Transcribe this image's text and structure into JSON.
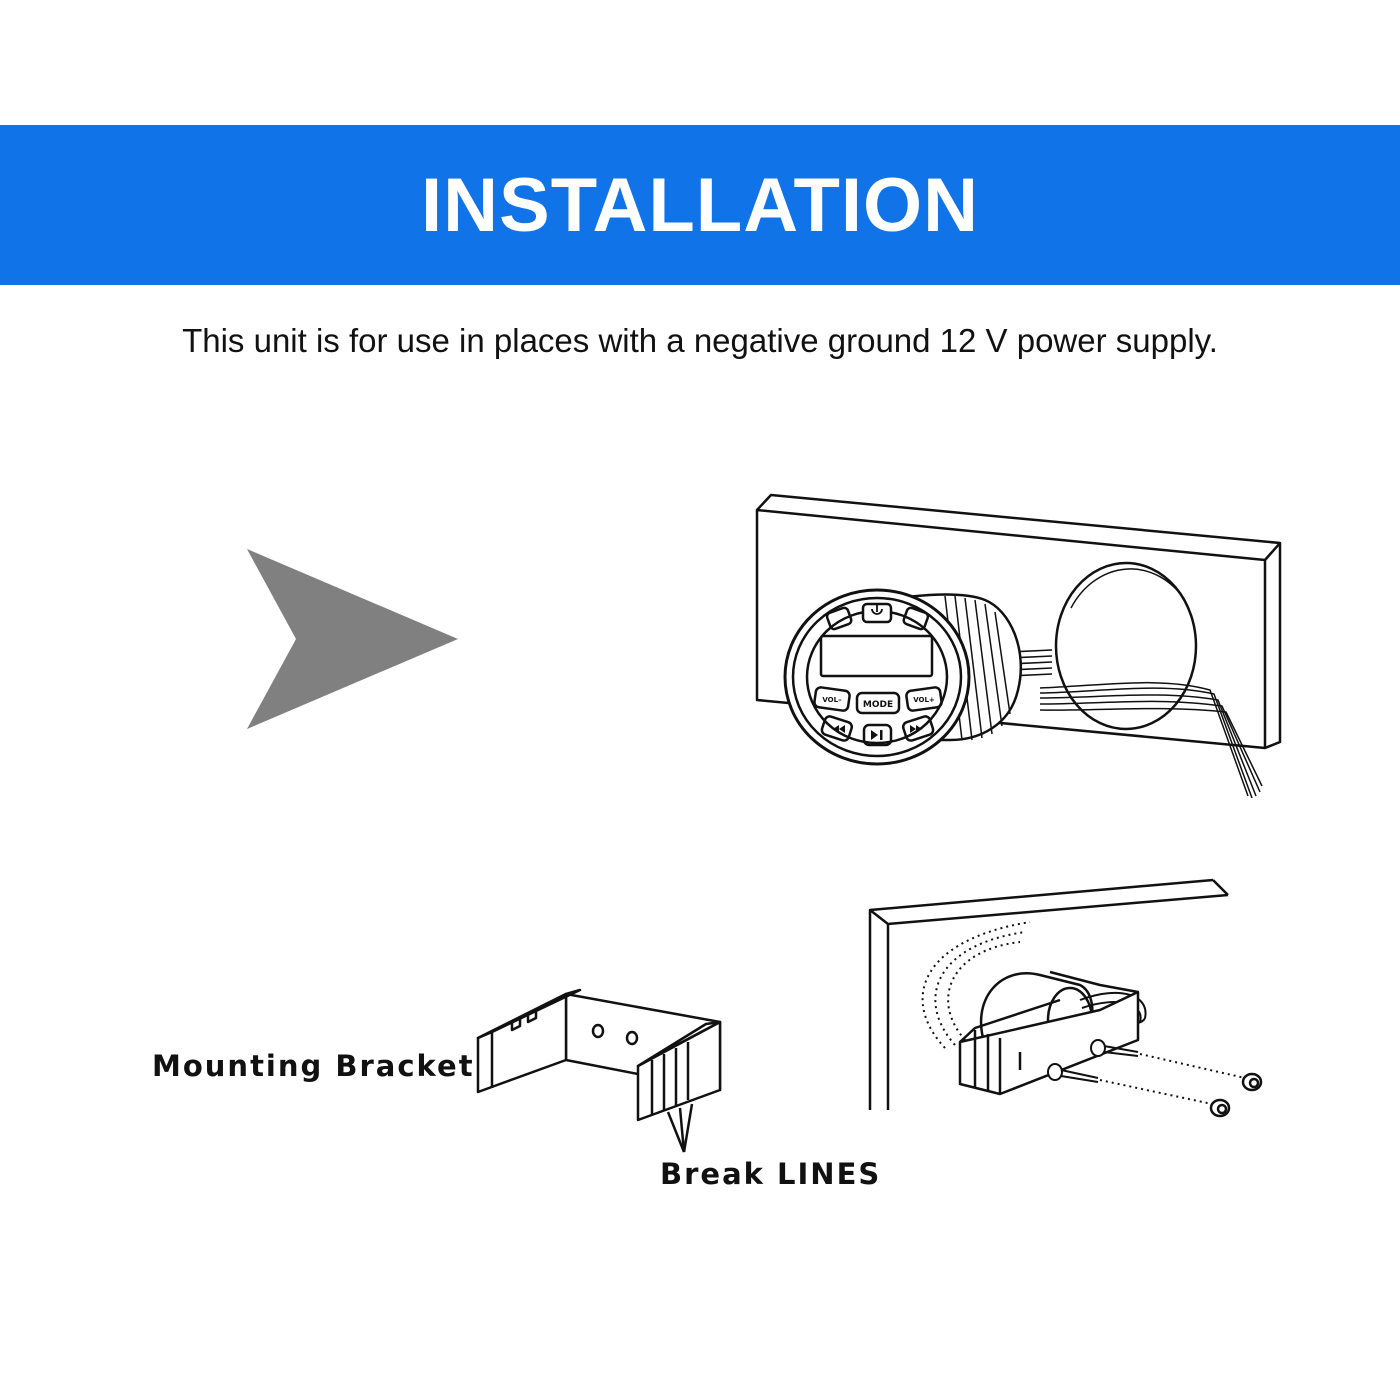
{
  "header": {
    "title": "INSTALLATION"
  },
  "intro": {
    "text": "This unit is for use in places with a negative ground 12 V power supply."
  },
  "labels": {
    "mounting_bracket": "Mounting Bracket",
    "break_lines": "Break LINES"
  },
  "unit_buttons": {
    "mode": "MODE",
    "vol_minus": "VOL–",
    "vol_plus": "VOL+"
  },
  "colors": {
    "banner": "#1173e8",
    "arrow": "#808080",
    "ink": "#111111"
  },
  "icons": [
    "play-arrow-icon",
    "power-icon",
    "play-pause-icon",
    "next-icon",
    "previous-icon"
  ]
}
